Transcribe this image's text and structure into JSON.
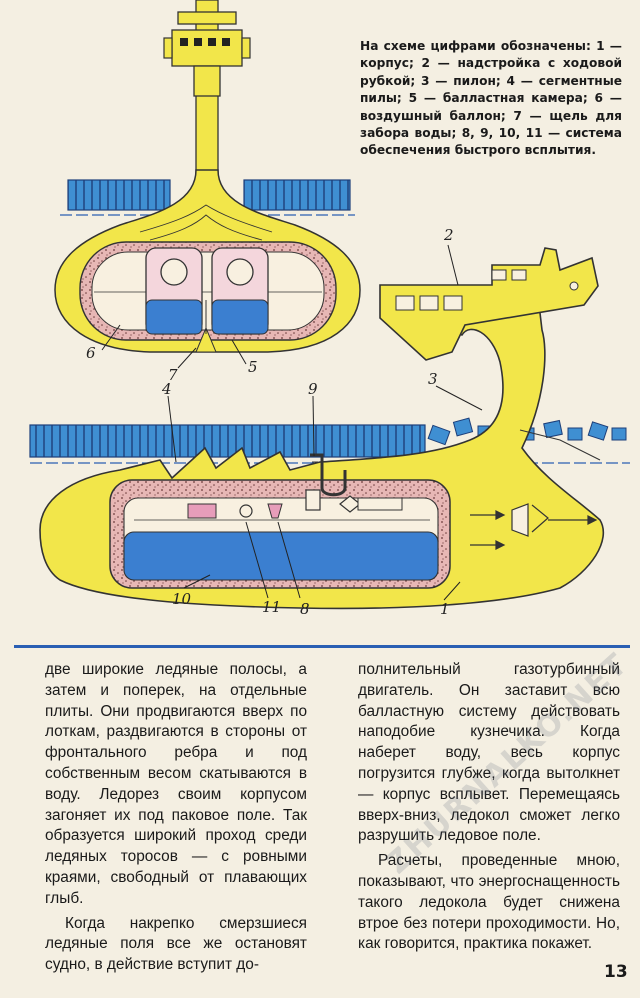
{
  "legend_text": "На схеме цифрами обозначены: 1 — корпус; 2 — надстройка с ходовой рубкой; 3 — пилон; 4 — сегментные пилы; 5 — балластная камера; 6 — воздушный баллон; 7 — щель для забора воды; 8, 9, 10, 11 — система обеспечения быстрого всплытия.",
  "diagram_numbers": {
    "n1": "1",
    "n2": "2",
    "n3": "3",
    "n4": "4",
    "n5": "5",
    "n6": "6",
    "n7": "7",
    "n8": "8",
    "n9": "9",
    "n10": "10",
    "n11": "11"
  },
  "colors": {
    "hull": "#f2e64a",
    "ice": "#3f8fd2",
    "water": "#3b7fd0",
    "speckle": "#e7b7b5",
    "ballast_pink": "#f4d6dc",
    "accent_line": "#2a5fb3"
  },
  "body_left": [
    "две широкие ледяные полосы, а затем и поперек, на отдельные плиты. Они продвигаются вверх по лоткам, раздвигаются в стороны от фронтального ребра и под собственным весом скатываются в воду. Ледорез своим корпусом загоняет их под паковое поле. Так образуется широкий проход среди ледяных торосов — с ровными краями, свободный от плавающих глыб.",
    "Когда накрепко смерзшиеся ледяные поля все же остановят судно, в действие вступит до-"
  ],
  "body_right": [
    "полнительный газотурбинный двигатель. Он заставит всю балластную систему действовать наподобие кузнечика. Когда наберет воду, весь корпус погрузится глубже, когда вытолкнет — корпус всплывет. Перемещаясь вверх-вниз, ледокол сможет легко разрушить ледовое поле.",
    "Расчеты, проведенные мною, показывают, что энергоснащенность такого ледокола будет снижена втрое без потери проходимости. Но, как говорится, практика покажет."
  ],
  "page_number": "13",
  "watermark": "ZHURNALKO.NET"
}
